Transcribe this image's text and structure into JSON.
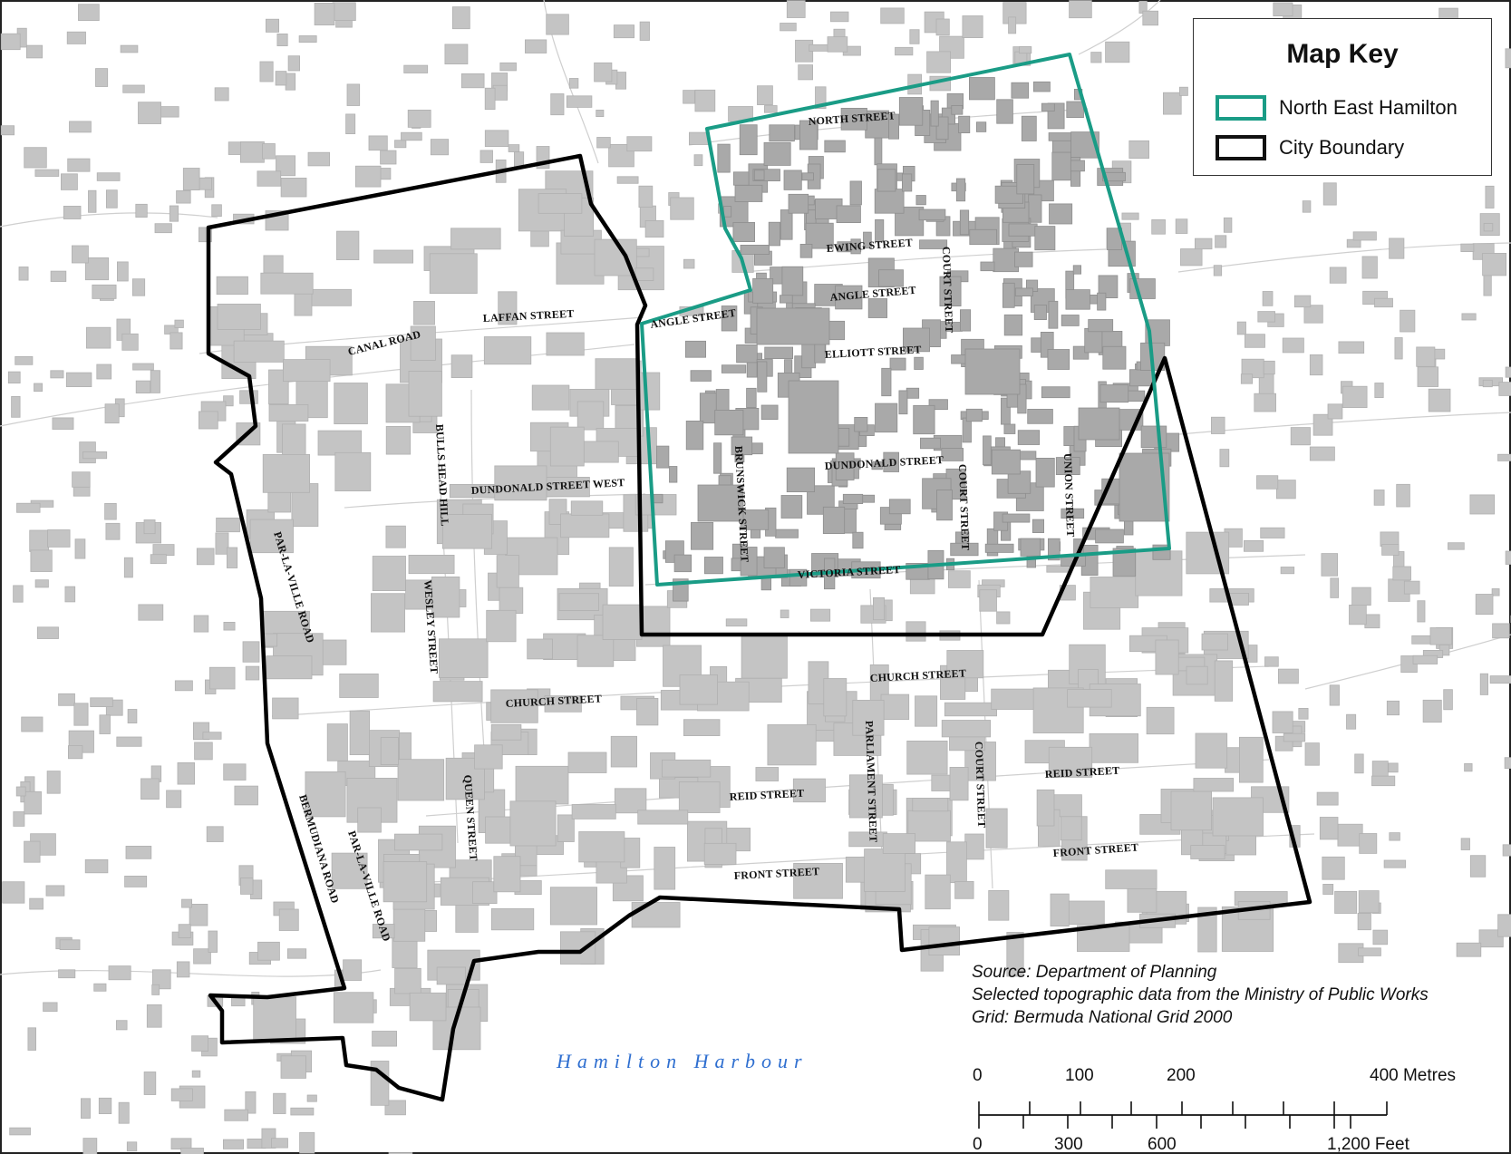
{
  "map_key": {
    "title": "Map Key",
    "items": [
      {
        "label": "North East Hamilton",
        "color": "#1a9c86",
        "shape": "hollow-rectangle"
      },
      {
        "label": "City Boundary",
        "color": "#111111",
        "shape": "hollow-rectangle"
      }
    ]
  },
  "water_label": "Hamilton Harbour",
  "streets": [
    {
      "id": "north-street",
      "label": "NORTH STREET"
    },
    {
      "id": "ewing-street",
      "label": "EWING STREET"
    },
    {
      "id": "angle-street-east",
      "label": "ANGLE STREET"
    },
    {
      "id": "angle-street-west",
      "label": "ANGLE STREET"
    },
    {
      "id": "elliott-street",
      "label": "ELLIOTT STREET"
    },
    {
      "id": "dundonald-street",
      "label": "DUNDONALD STREET"
    },
    {
      "id": "dundonald-street-west",
      "label": "DUNDONALD STREET WEST"
    },
    {
      "id": "victoria-street",
      "label": "VICTORIA STREET"
    },
    {
      "id": "laffan-street",
      "label": "LAFFAN STREET"
    },
    {
      "id": "canal-road",
      "label": "CANAL ROAD"
    },
    {
      "id": "bulls-head-hill",
      "label": "BULLS HEAD HILL"
    },
    {
      "id": "wesley-street",
      "label": "WESLEY STREET"
    },
    {
      "id": "par-la-ville-road-north",
      "label": "PAR-LA-VILLE ROAD"
    },
    {
      "id": "par-la-ville-road-south",
      "label": "PAR-LA-VILLE ROAD"
    },
    {
      "id": "bermudiana-road",
      "label": "BERMUDIANA ROAD"
    },
    {
      "id": "queen-street",
      "label": "QUEEN STREET"
    },
    {
      "id": "church-street-west",
      "label": "CHURCH STREET"
    },
    {
      "id": "church-street-east",
      "label": "CHURCH STREET"
    },
    {
      "id": "reid-street-west",
      "label": "REID STREET"
    },
    {
      "id": "reid-street-east",
      "label": "REID STREET"
    },
    {
      "id": "front-street-west",
      "label": "FRONT STREET"
    },
    {
      "id": "front-street-east",
      "label": "FRONT STREET"
    },
    {
      "id": "parliament-street",
      "label": "PARLIAMENT STREET"
    },
    {
      "id": "court-street-north",
      "label": "COURT STREET"
    },
    {
      "id": "court-street-mid",
      "label": "COURT STREET"
    },
    {
      "id": "court-street-south",
      "label": "COURT STREET"
    },
    {
      "id": "brunswick-street",
      "label": "BRUNSWICK STREET"
    },
    {
      "id": "union-street",
      "label": "UNION STREET"
    }
  ],
  "source": {
    "line1": "Source: Department of Planning",
    "line2": "Selected topographic data from the Ministry of Public Works",
    "line3": "Grid: Bermuda National Grid 2000"
  },
  "scale_bar": {
    "metres_ticks": [
      "0",
      "100",
      "200",
      "400 Metres"
    ],
    "feet_ticks": [
      "0",
      "300",
      "600",
      "1,200 Feet"
    ]
  }
}
